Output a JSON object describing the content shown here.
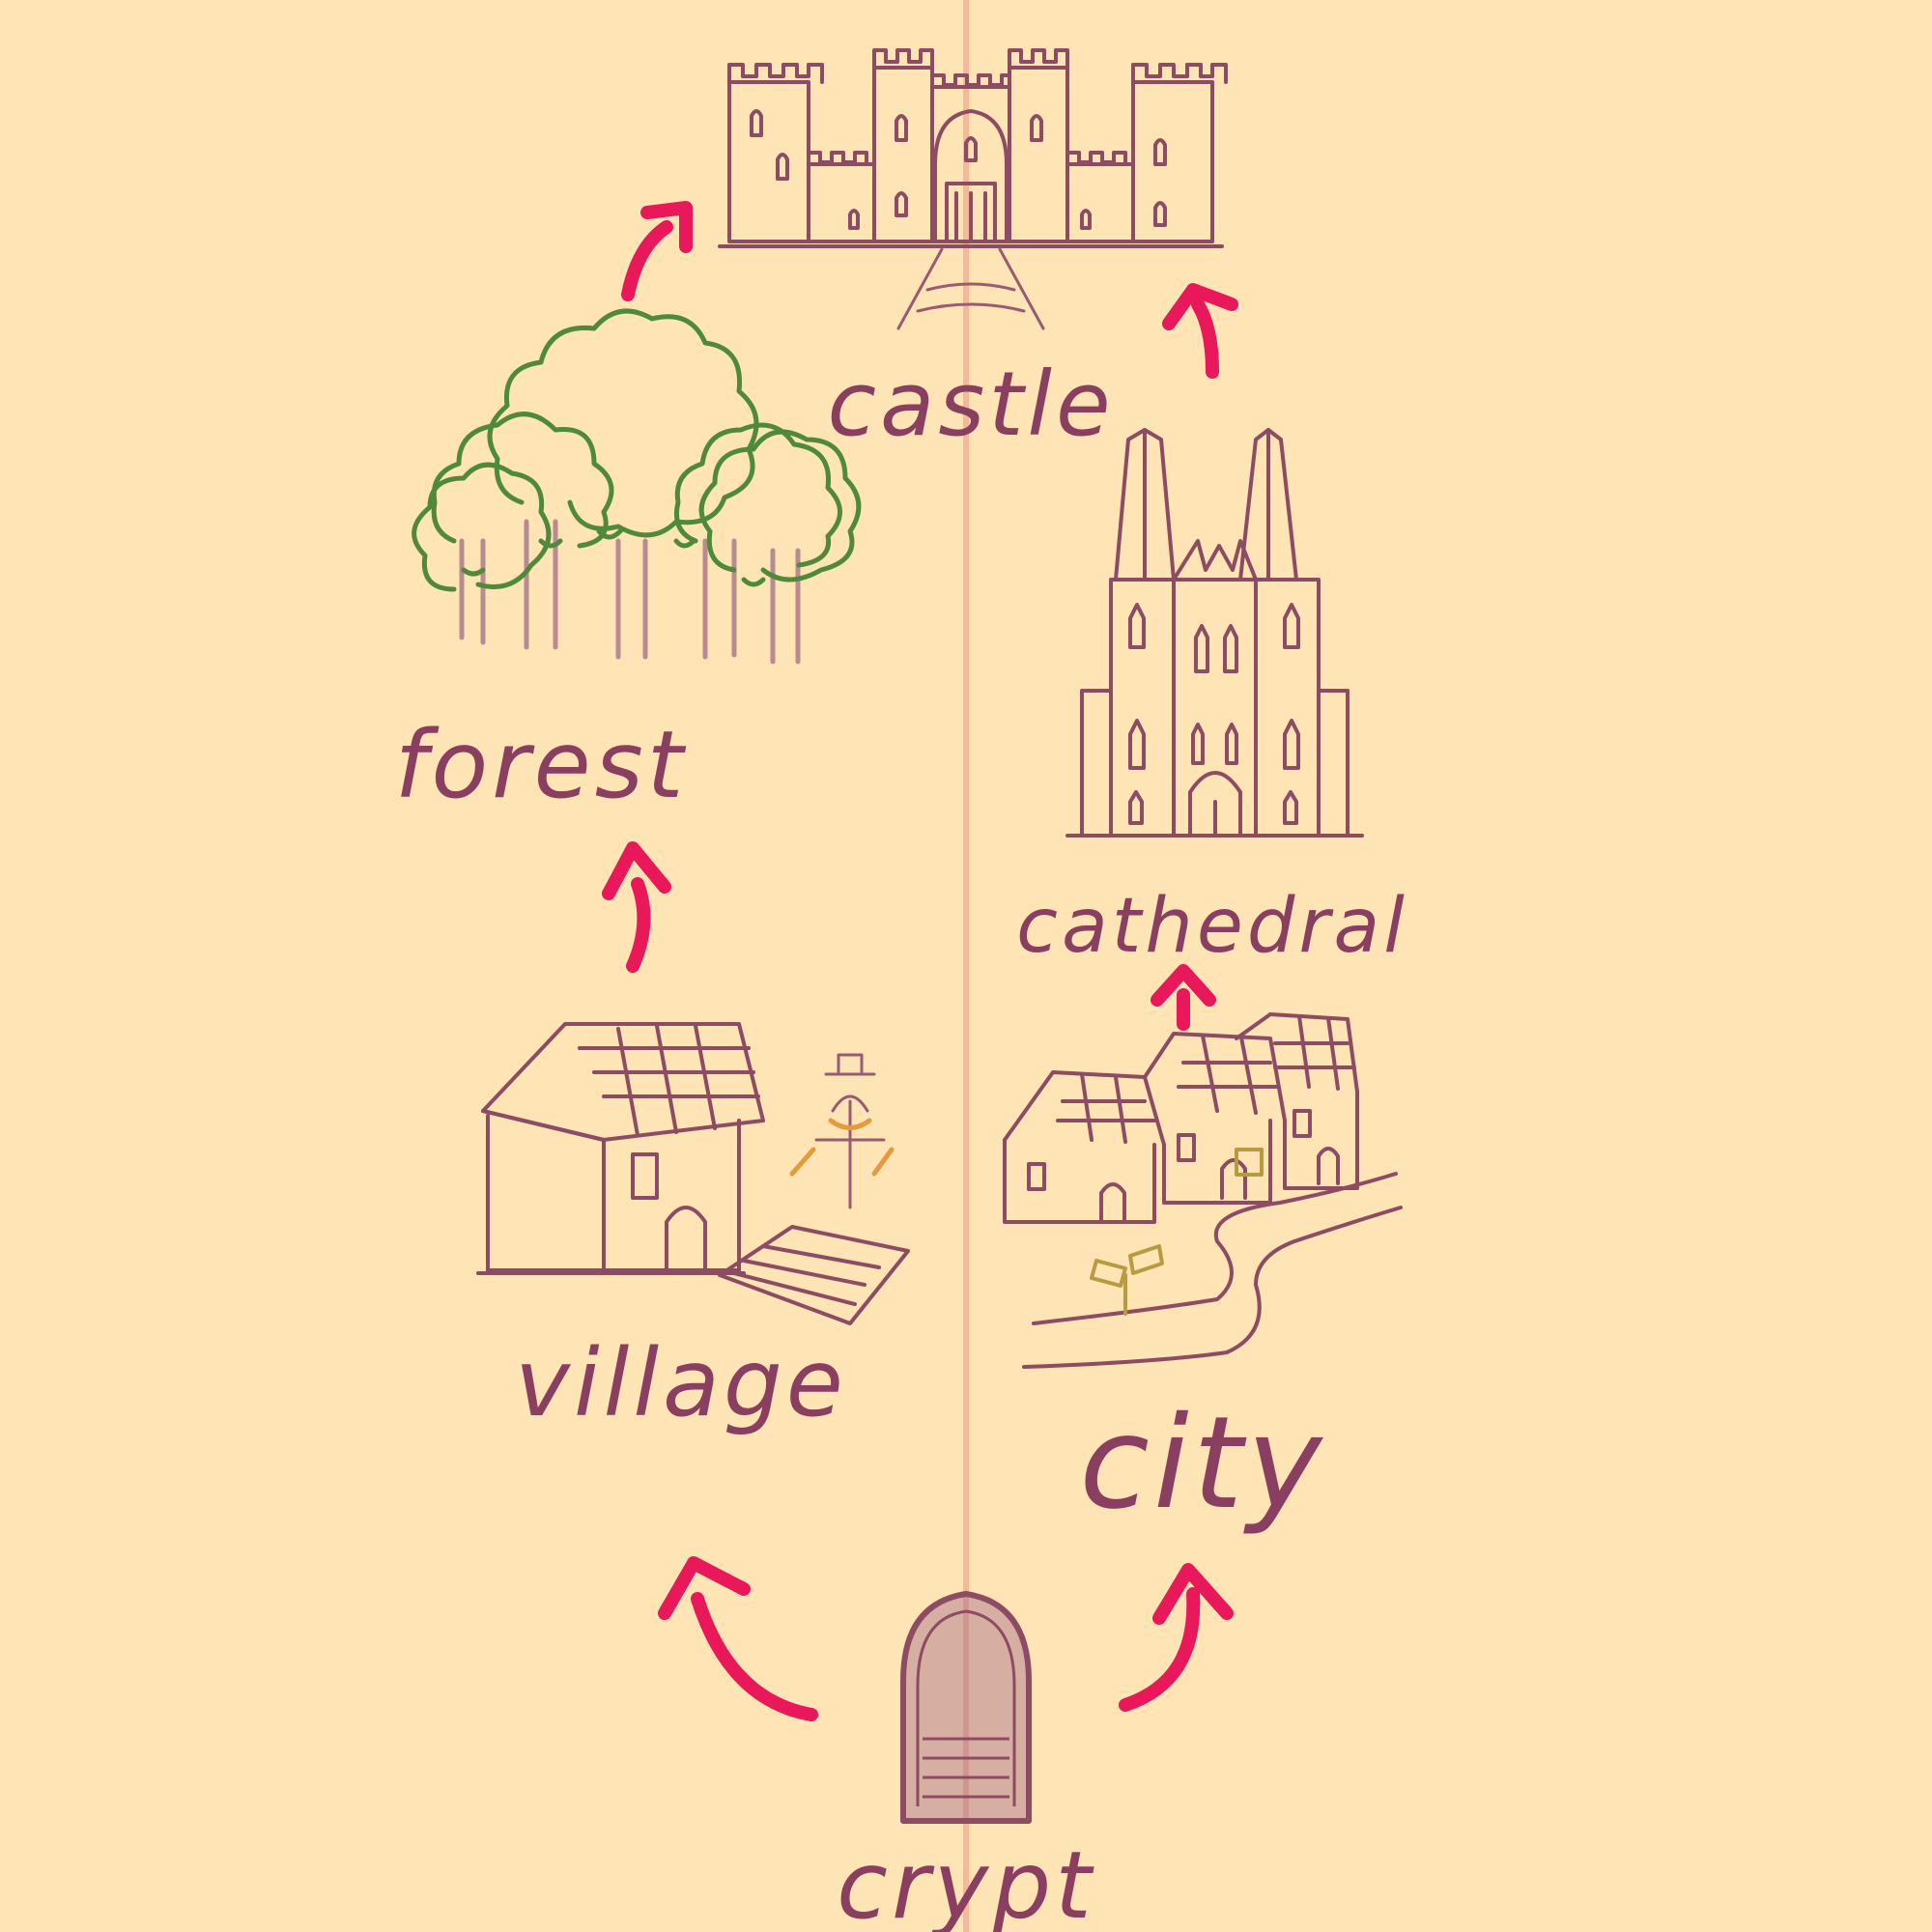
{
  "colors": {
    "background": "#ffe5b6",
    "ink": "#8e4b64",
    "label": "#8a3e60",
    "arrow": "#e8185a",
    "tree_foliage": "#4f8a3a",
    "divider": "#f6b89a"
  },
  "locations": {
    "castle": "castle",
    "forest": "forest",
    "cathedral": "cathedral",
    "village": "village",
    "city": "city",
    "crypt": "crypt"
  },
  "icons": {
    "castle": "castle-icon",
    "forest": "trees-icon",
    "cathedral": "cathedral-icon",
    "village": "farmhouse-icon",
    "city": "townhouses-icon",
    "crypt": "crypt-door-icon"
  }
}
